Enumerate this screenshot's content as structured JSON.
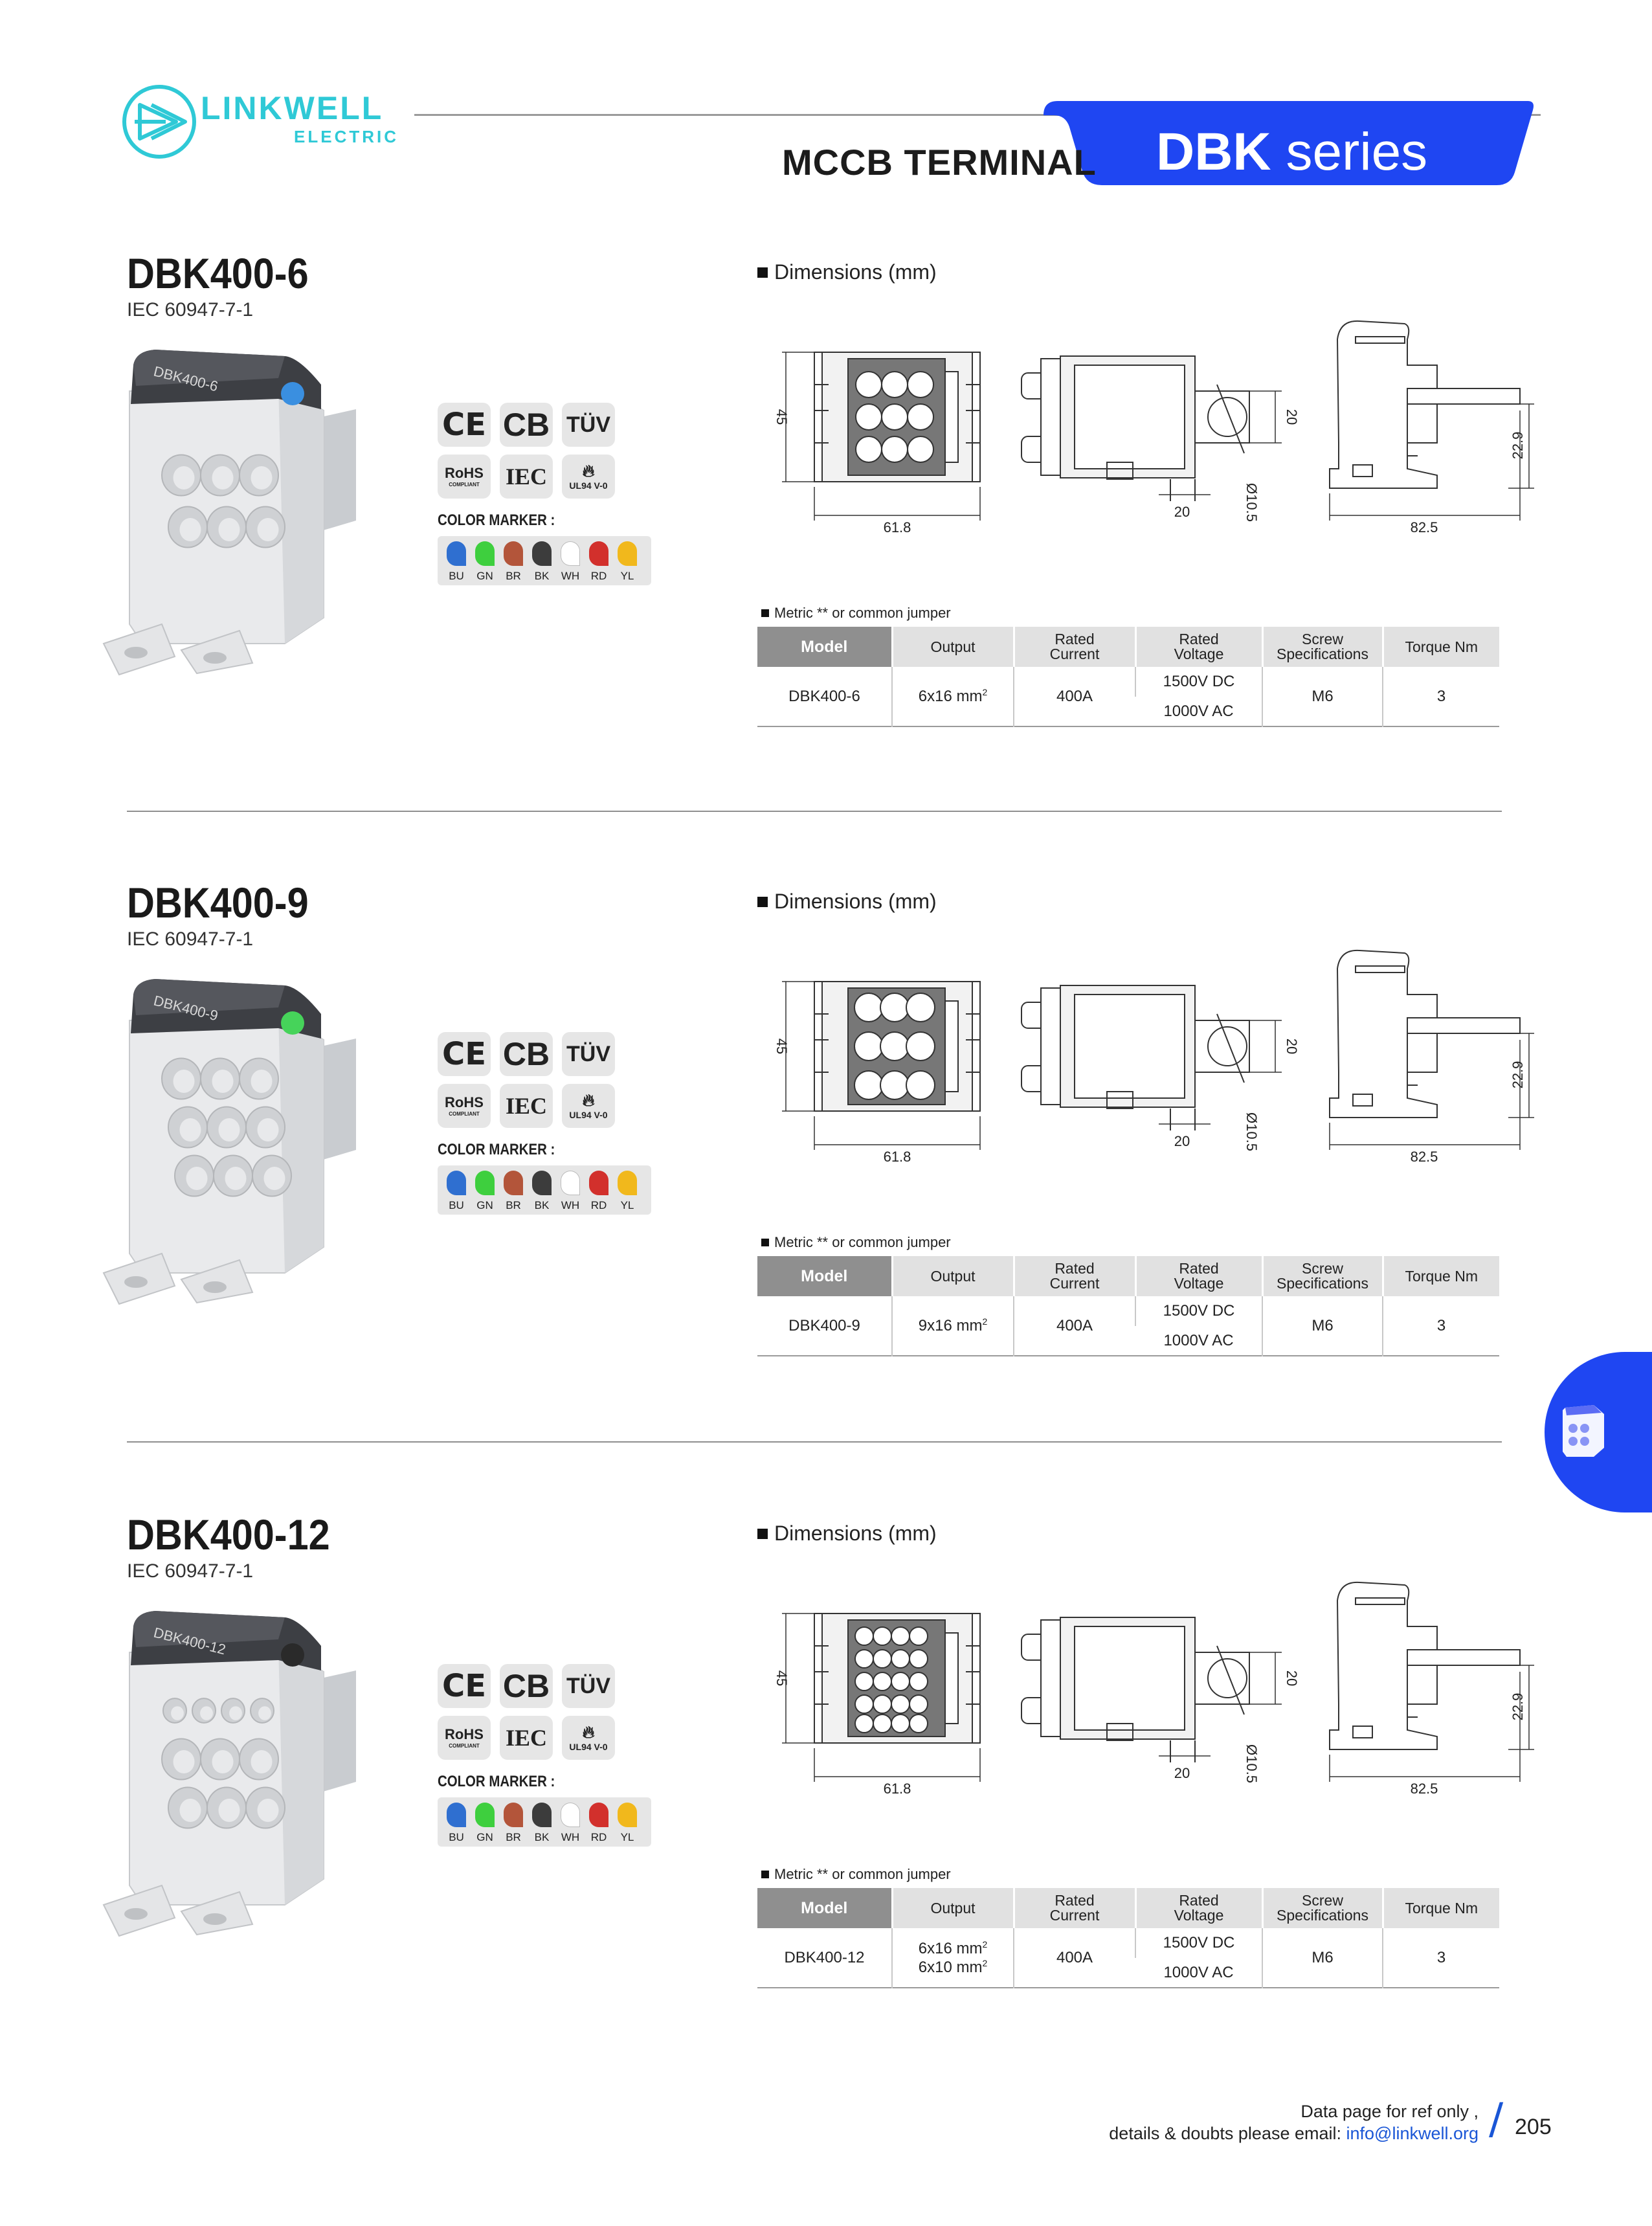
{
  "header": {
    "brand_name": "LINKWELL",
    "brand_sub": "ELECTRIC",
    "category": "MCCB TERMINAL",
    "series_bold": "DBK",
    "series_rest": " series"
  },
  "certifications": {
    "ce": "CE",
    "cb": "CB",
    "tuv": "TÜV",
    "rohs": "RoHS",
    "rohs_sub": "COMPLIANT",
    "iec": "IEC",
    "ul": "UL94 V-0"
  },
  "color_marker": {
    "title": "COLOR MARKER :",
    "items": [
      {
        "code": "BU",
        "color": "#2f6fd0"
      },
      {
        "code": "GN",
        "color": "#3ecf3e"
      },
      {
        "code": "BR",
        "color": "#b3553a"
      },
      {
        "code": "BK",
        "color": "#3c3c3c"
      },
      {
        "code": "WH",
        "color": "#ffffff"
      },
      {
        "code": "RD",
        "color": "#d2302c"
      },
      {
        "code": "YL",
        "color": "#f1b81c"
      }
    ]
  },
  "labels": {
    "dimensions": "Dimensions (mm)",
    "metric": "Metric ** or common jumper",
    "dim_45": "45",
    "dim_61_8": "61.8",
    "dim_20a": "20",
    "dim_20b": "20",
    "dim_10_5": "Ø10.5",
    "dim_22_9": "22.9",
    "dim_82_5": "82.5"
  },
  "table_headers": {
    "model": "Model",
    "output": "Output",
    "rated_current_1": "Rated",
    "rated_current_2": "Current",
    "rated_voltage_1": "Rated",
    "rated_voltage_2": "Voltage",
    "screw_1": "Screw",
    "screw_2": "Specifications",
    "torque": "Torque Nm"
  },
  "products": [
    {
      "title": "DBK400-6",
      "standard": "IEC 60947-7-1",
      "label_text": "DBK400-6",
      "model": "DBK400-6",
      "output_1": "6x16 mm",
      "output_2": "",
      "current": "400A",
      "voltage_dc": "1500V DC",
      "voltage_ac": "1000V AC",
      "screw": "M6",
      "torque": "3",
      "accent_color": "#3a8fe0"
    },
    {
      "title": "DBK400-9",
      "standard": "IEC 60947-7-1",
      "label_text": "DBK400-9",
      "model": "DBK400-9",
      "output_1": "9x16 mm",
      "output_2": "",
      "current": "400A",
      "voltage_dc": "1500V DC",
      "voltage_ac": "1000V AC",
      "screw": "M6",
      "torque": "3",
      "accent_color": "#46d35a"
    },
    {
      "title": "DBK400-12",
      "standard": "IEC 60947-7-1",
      "label_text": "DBK400-12",
      "model": "DBK400-12",
      "output_1": "6x16 mm",
      "output_2": "6x10 mm",
      "current": "400A",
      "voltage_dc": "1500V DC",
      "voltage_ac": "1000V AC",
      "screw": "M6",
      "torque": "3",
      "accent_color": "#2a2a2a"
    }
  ],
  "footer": {
    "line1": "Data page for ref only ,",
    "line2": "details & doubts please email: ",
    "email": "info@linkwell.org",
    "page": "205"
  }
}
